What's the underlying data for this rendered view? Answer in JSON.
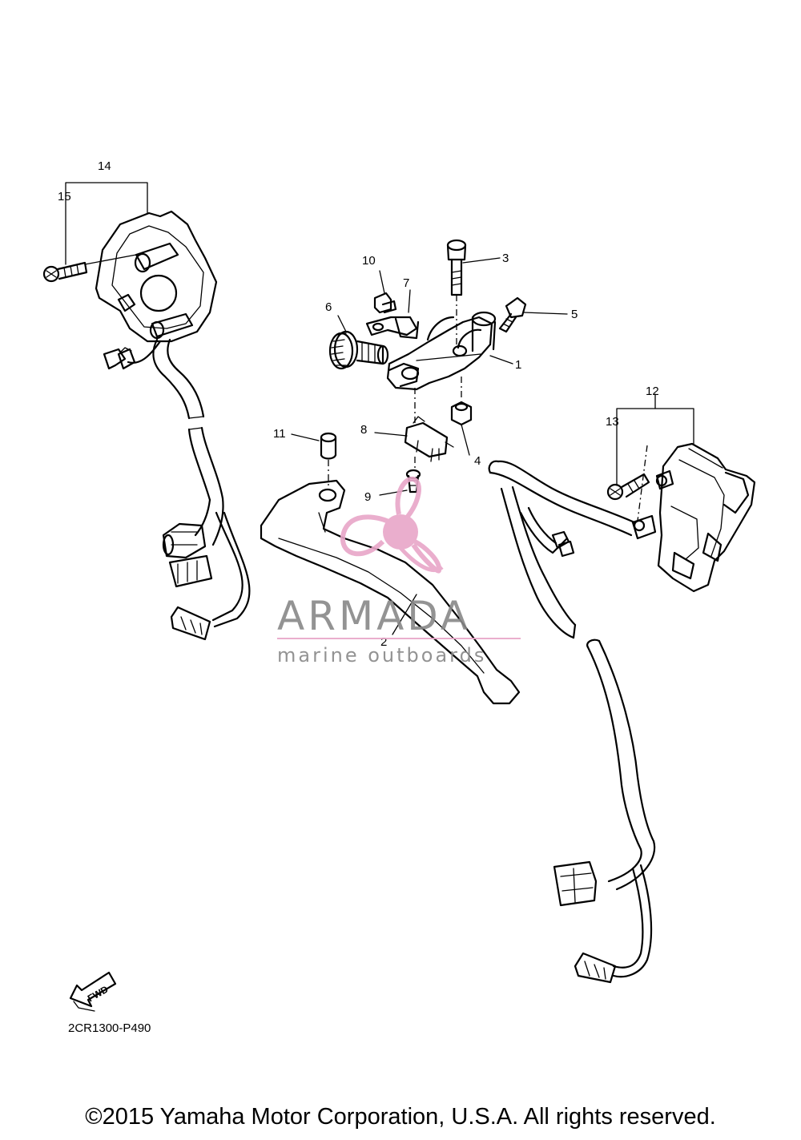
{
  "callouts": {
    "c1": "1",
    "c2": "2",
    "c3": "3",
    "c4": "4",
    "c5": "5",
    "c6": "6",
    "c7": "7",
    "c8": "8",
    "c9": "9",
    "c10": "10",
    "c11": "11",
    "c12": "12",
    "c13": "13",
    "c14": "14",
    "c15": "15"
  },
  "fwd_label": "FWD",
  "diagram_code": "2CR1300-P490",
  "watermark": {
    "brand": "ARMADA",
    "tagline": "marine outboards",
    "accent_color": "#e8a6c8"
  },
  "copyright": "©2015 Yamaha Motor Corporation, U.S.A. All rights reserved."
}
